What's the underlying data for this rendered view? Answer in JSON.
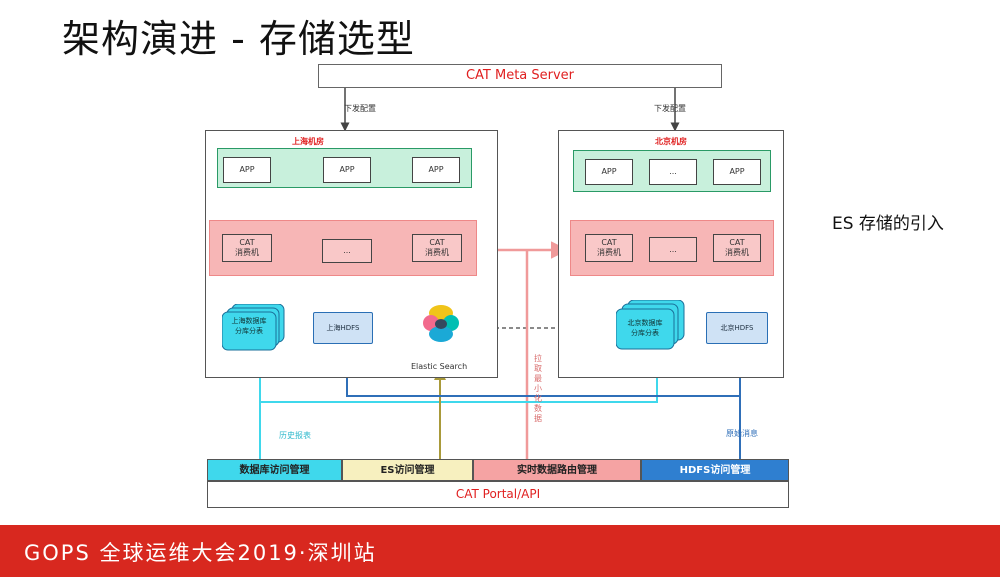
{
  "title": "架构演进 - 存储选型",
  "meta_server": "CAT Meta Server",
  "dispatch_label": "下发配置",
  "side_note": "ES 存储的引入",
  "shanghai": {
    "room_label": "上海机房",
    "apps": [
      "APP",
      "APP",
      "APP"
    ],
    "consumers": [
      "CAT\n消费机",
      "...",
      "CAT\n消费机"
    ],
    "db_label": "上海数据库\n分库分表",
    "hdfs_label": "上海HDFS"
  },
  "elastic_label": "Elastic Search",
  "beijing": {
    "room_label": "北京机房",
    "apps": [
      "APP",
      "...",
      "APP"
    ],
    "consumers": [
      "CAT\n消费机",
      "...",
      "CAT\n消费机"
    ],
    "db_label": "北京数据库\n分库分表",
    "hdfs_label": "北京HDFS"
  },
  "flows": {
    "history_report": "历史报表",
    "pull_min_data": "拉取最小化数据",
    "raw_message": "原始消息"
  },
  "portal": {
    "tabs": [
      "数据库访问管理",
      "ES访问管理",
      "实时数据路由管理",
      "HDFS访问管理"
    ],
    "label": "CAT Portal/API"
  },
  "footer": "GOPS 全球运维大会2019·深圳站",
  "colors": {
    "db_tab": "#3fd8ec",
    "es_tab": "#f7f0bf",
    "route_tab": "#f5a3a3",
    "hdfs_tab": "#2f7fd0",
    "footer": "#d8281f",
    "accent_red": "#e02020"
  }
}
